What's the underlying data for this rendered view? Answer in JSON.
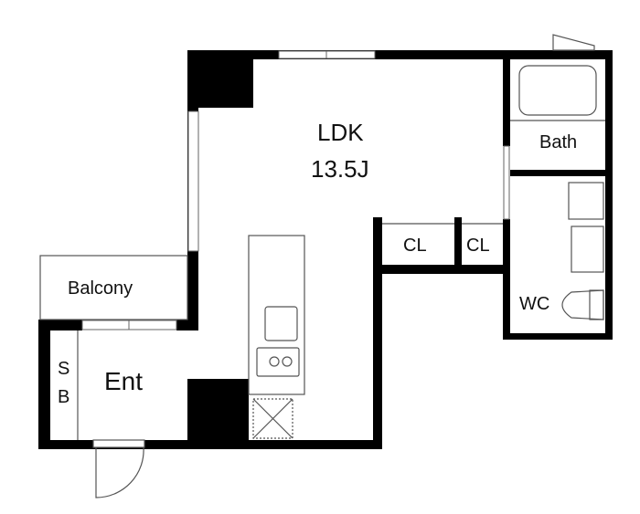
{
  "rooms": {
    "ldk": {
      "name": "LDK",
      "size": "13.5J"
    },
    "bath": "Bath",
    "closet_1": "CL",
    "closet_2": "CL",
    "wc": "WC",
    "balcony": "Balcony",
    "shoe_box": {
      "line1": "S",
      "line2": "B"
    },
    "entrance": "Ent"
  },
  "colors": {
    "wall": "#000000",
    "line": "#555555",
    "window": "#888888"
  }
}
